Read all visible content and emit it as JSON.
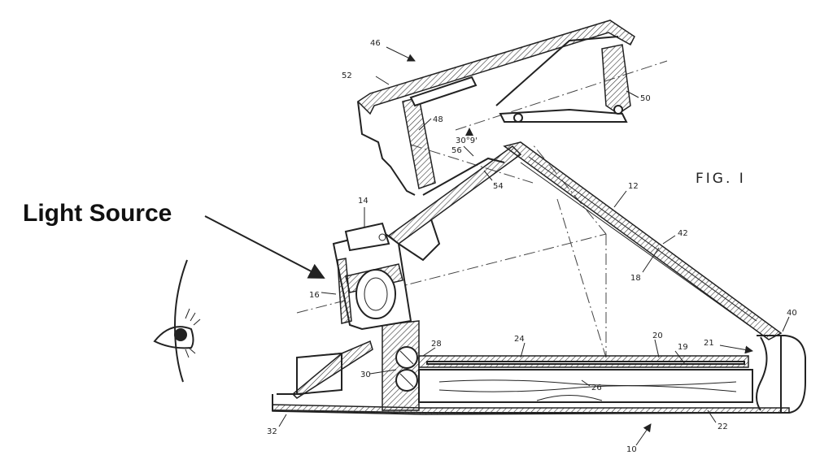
{
  "figure_label": "FIG. I",
  "callout": {
    "text": "Light Source"
  },
  "reference_numerals": [
    "46",
    "52",
    "50",
    "48",
    "30°9'",
    "56",
    "54",
    "14",
    "12",
    "42",
    "18",
    "16",
    "40",
    "28",
    "24",
    "20",
    "19",
    "21",
    "30",
    "26",
    "32",
    "22",
    "10"
  ],
  "colors": {
    "ink": "#222222",
    "paper": "#ffffff"
  }
}
